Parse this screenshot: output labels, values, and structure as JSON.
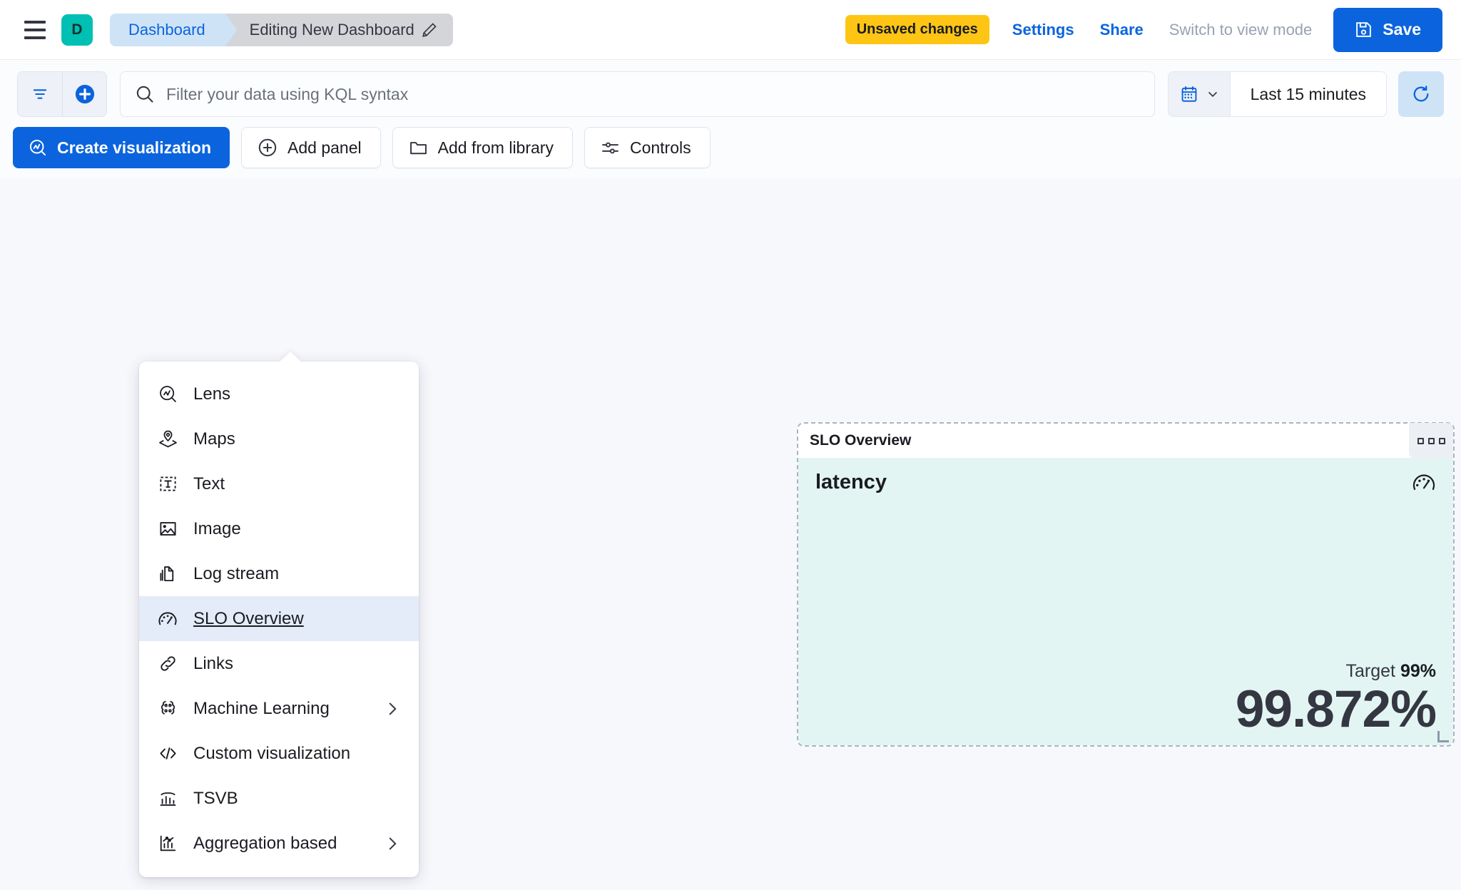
{
  "header": {
    "menu_icon": "hamburger-icon",
    "space_initial": "D",
    "breadcrumb_root": "Dashboard",
    "breadcrumb_current": "Editing New Dashboard",
    "edit_icon": "pencil-icon",
    "unsaved_badge": "Unsaved changes",
    "settings_label": "Settings",
    "share_label": "Share",
    "view_mode_label": "Switch to view mode",
    "save_label": "Save",
    "save_icon": "save-disk-icon",
    "accent_blue": "#0b64dd",
    "badge_yellow": "#fec514",
    "space_teal": "#00bfb3"
  },
  "querybar": {
    "filter_icon": "filter-icon",
    "add_filter_icon": "plus-circle-icon",
    "search_icon": "search-icon",
    "kql_placeholder": "Filter your data using KQL syntax",
    "kql_value": "",
    "calendar_icon": "calendar-icon",
    "chevron_icon": "chevron-down-icon",
    "time_range": "Last 15 minutes",
    "refresh_icon": "refresh-icon"
  },
  "toolbar": {
    "create_visualization": "Create visualization",
    "create_visualization_icon": "lens-icon",
    "add_panel": "Add panel",
    "add_panel_icon": "plus-circle-icon",
    "add_from_library": "Add from library",
    "add_from_library_icon": "folder-icon",
    "controls": "Controls",
    "controls_icon": "controls-sliders-icon"
  },
  "add_panel_menu": {
    "open": true,
    "items": [
      {
        "label": "Lens",
        "icon": "lens-icon",
        "submenu": false,
        "selected": false
      },
      {
        "label": "Maps",
        "icon": "maps-icon",
        "submenu": false,
        "selected": false
      },
      {
        "label": "Text",
        "icon": "text-icon",
        "submenu": false,
        "selected": false
      },
      {
        "label": "Image",
        "icon": "image-icon",
        "submenu": false,
        "selected": false
      },
      {
        "label": "Log stream",
        "icon": "log-stream-icon",
        "submenu": false,
        "selected": false
      },
      {
        "label": "SLO Overview",
        "icon": "gauge-icon",
        "submenu": false,
        "selected": true
      },
      {
        "label": "Links",
        "icon": "link-icon",
        "submenu": false,
        "selected": false
      },
      {
        "label": "Machine Learning",
        "icon": "machine-learning-icon",
        "submenu": true,
        "selected": false
      },
      {
        "label": "Custom visualization",
        "icon": "code-icon",
        "submenu": false,
        "selected": false
      },
      {
        "label": "TSVB",
        "icon": "tsvb-icon",
        "submenu": false,
        "selected": false
      },
      {
        "label": "Aggregation based",
        "icon": "aggregation-icon",
        "submenu": true,
        "selected": false
      }
    ]
  },
  "slo_panel": {
    "title": "SLO Overview",
    "context_menu_icon": "context-menu-icon",
    "slo_name": "latency",
    "gauge_icon": "gauge-icon",
    "target_label": "Target",
    "target_value": "99%",
    "sli_value": "99.872%",
    "body_background": "#e3f5f2",
    "resize_handle": "resize-handle"
  }
}
